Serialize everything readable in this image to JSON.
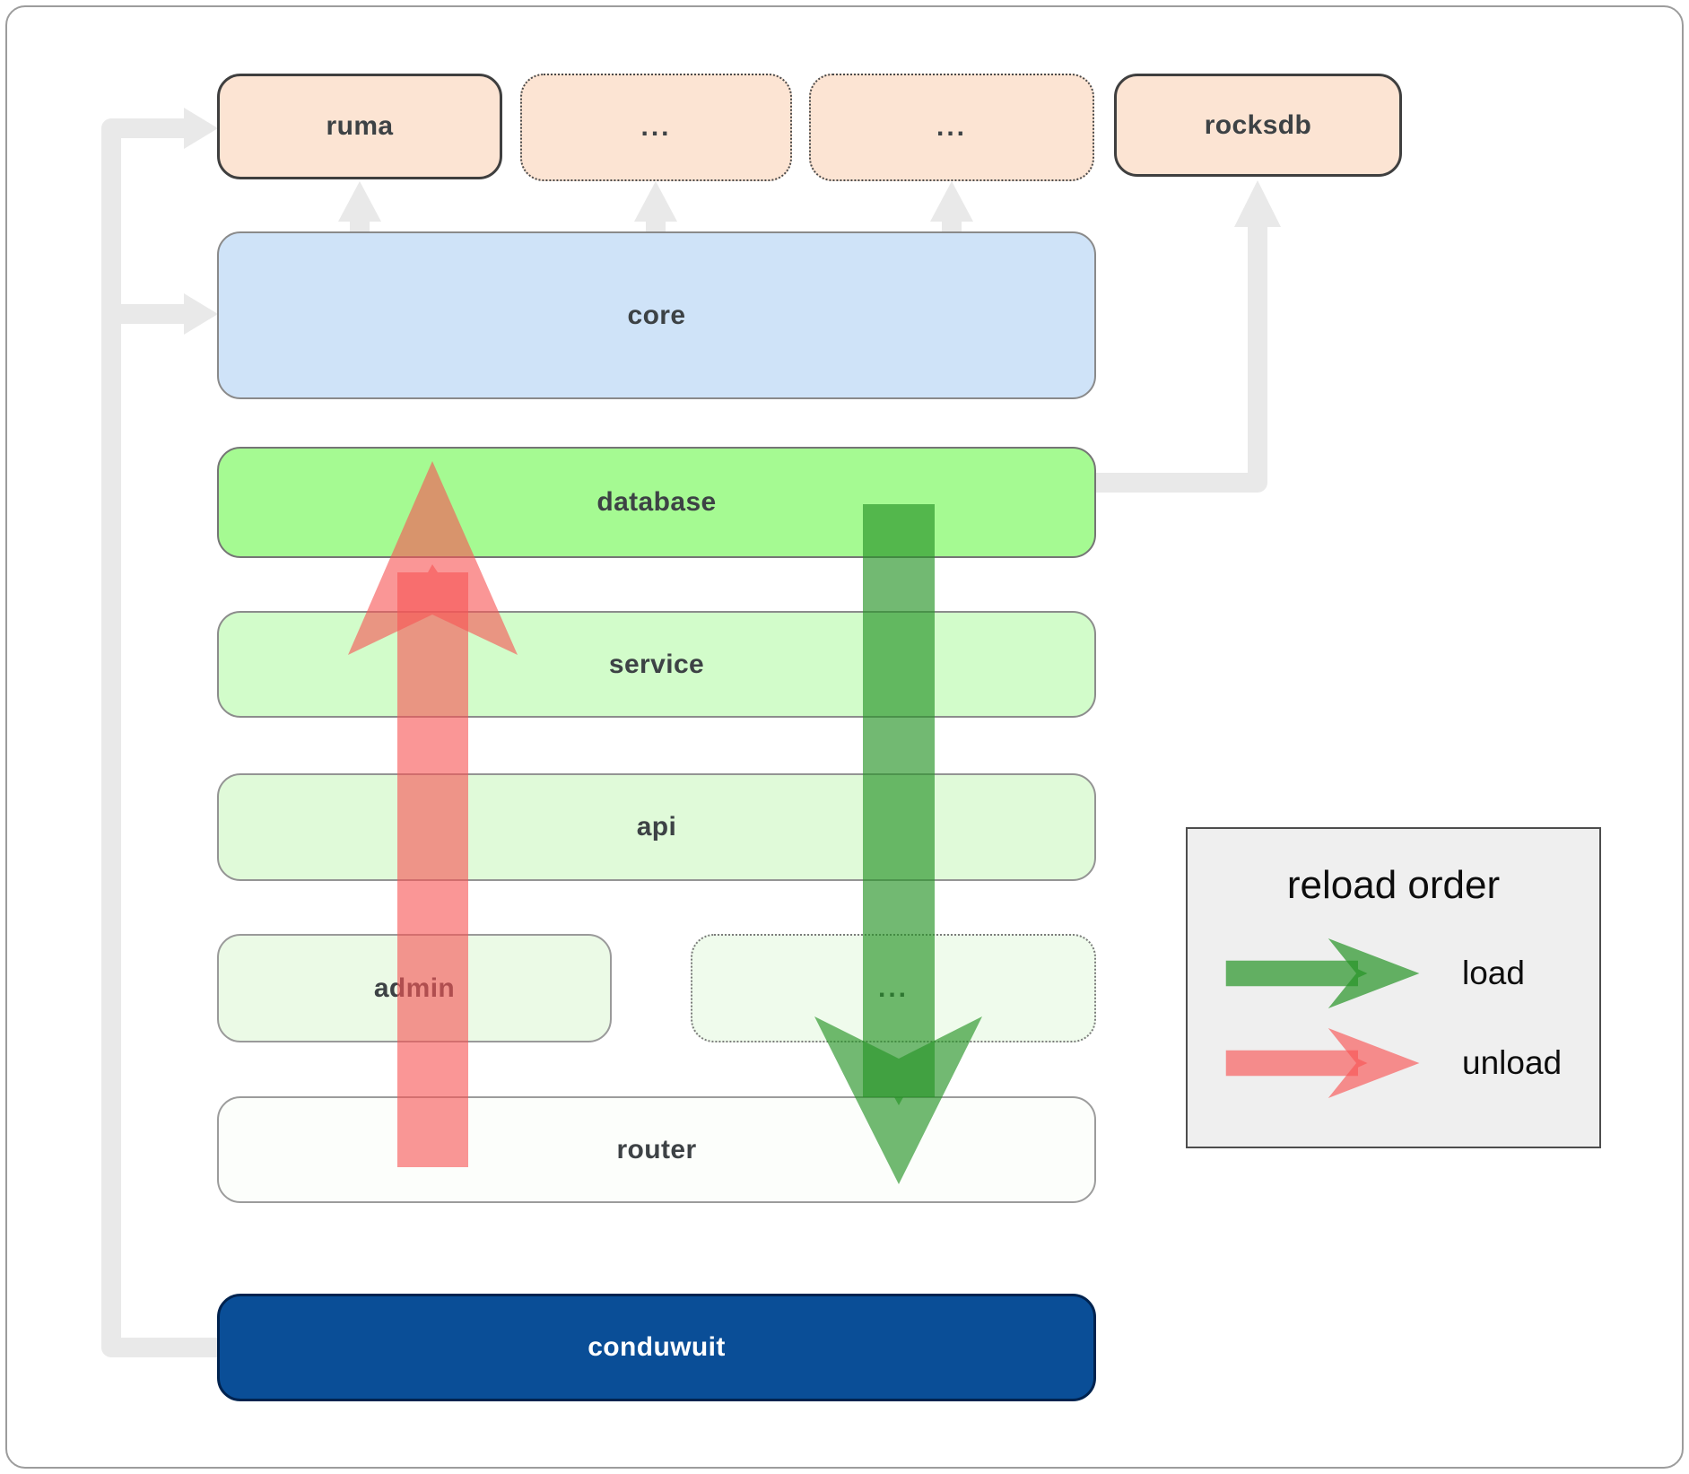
{
  "diagram": {
    "nodes": {
      "ruma": "ruma",
      "ellipsis_top_1": "...",
      "ellipsis_top_2": "...",
      "rocksdb": "rocksdb",
      "core": "core",
      "database": "database",
      "service": "service",
      "api": "api",
      "admin": "admin",
      "ellipsis_admin": "...",
      "router": "router",
      "conduwuit": "conduwuit"
    },
    "legend": {
      "title": "reload order",
      "items": [
        {
          "label": "load",
          "color": "#2e942e"
        },
        {
          "label": "unload",
          "color": "#f75656"
        }
      ]
    },
    "colors": {
      "load_arrow": "#2e942e",
      "unload_arrow": "#f75656",
      "connector_gray": "#e9e9e9",
      "crate_peach": "#fce4d3",
      "core_blue": "#cfe3f8",
      "database_green": "#a5fa92",
      "conduwuit_blue": "#0a4e97"
    }
  }
}
